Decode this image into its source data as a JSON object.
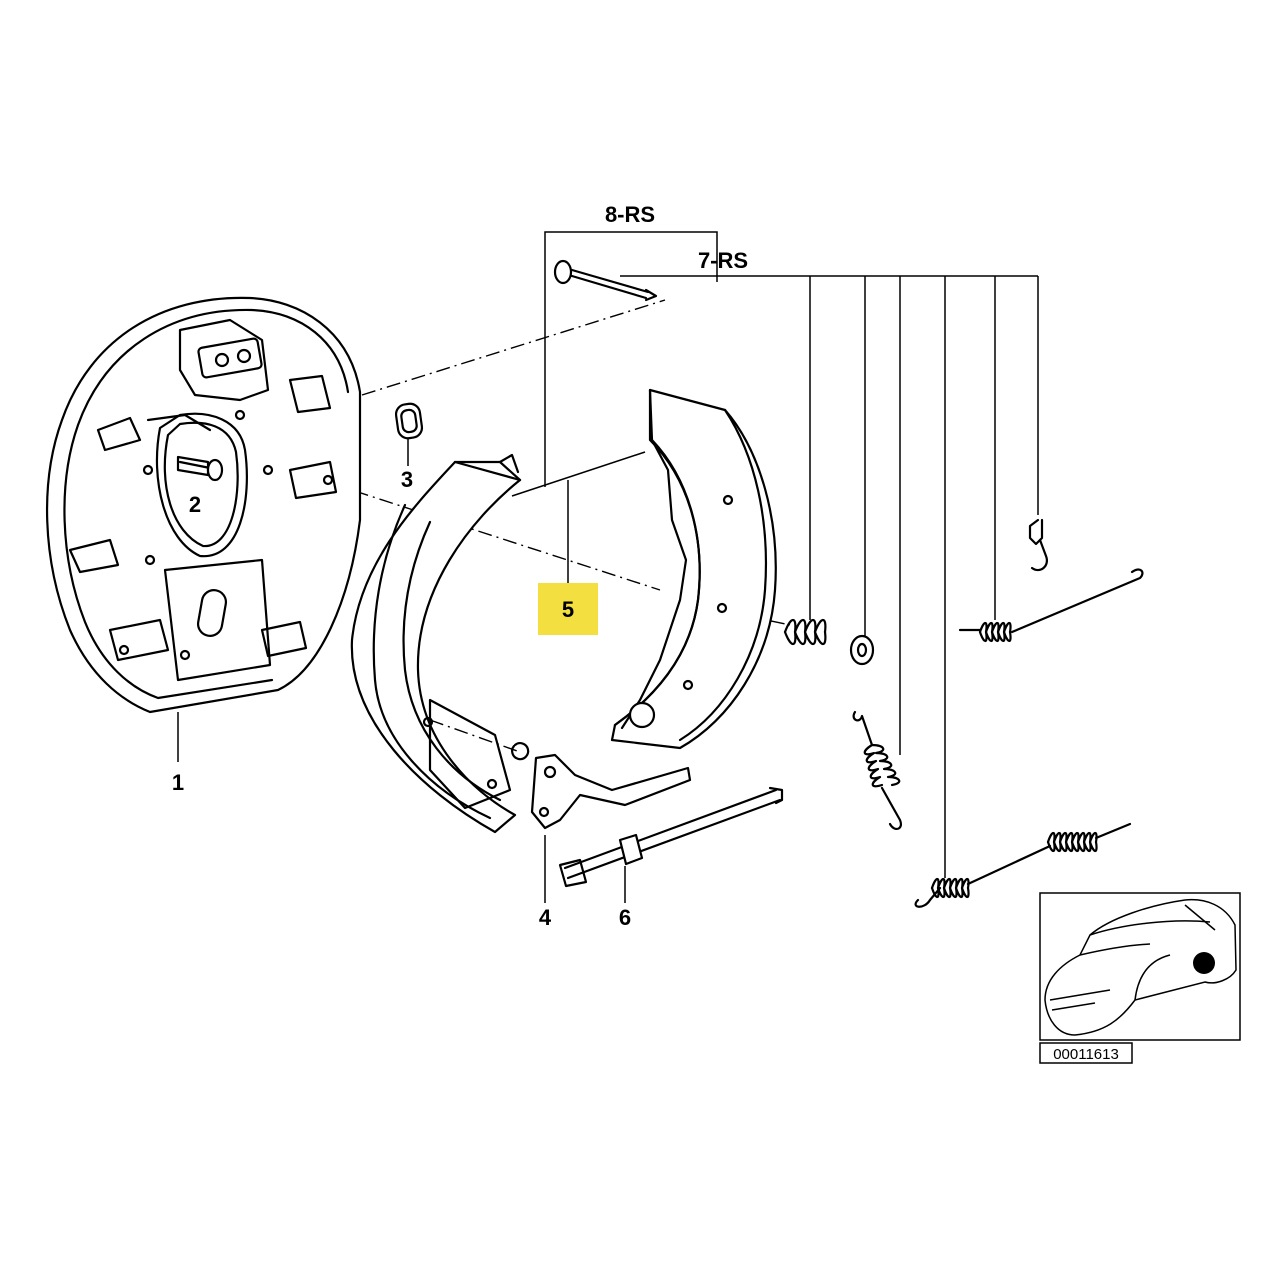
{
  "callouts": {
    "c1": "1",
    "c2": "2",
    "c3": "3",
    "c4": "4",
    "c5": "5",
    "c6": "6",
    "c7": "7-RS",
    "c8": "8-RS"
  },
  "highlight_color": "#f3df3f",
  "thumbnail": {
    "code": "00011613",
    "icon": "car-rear-wheel-locator-icon"
  }
}
